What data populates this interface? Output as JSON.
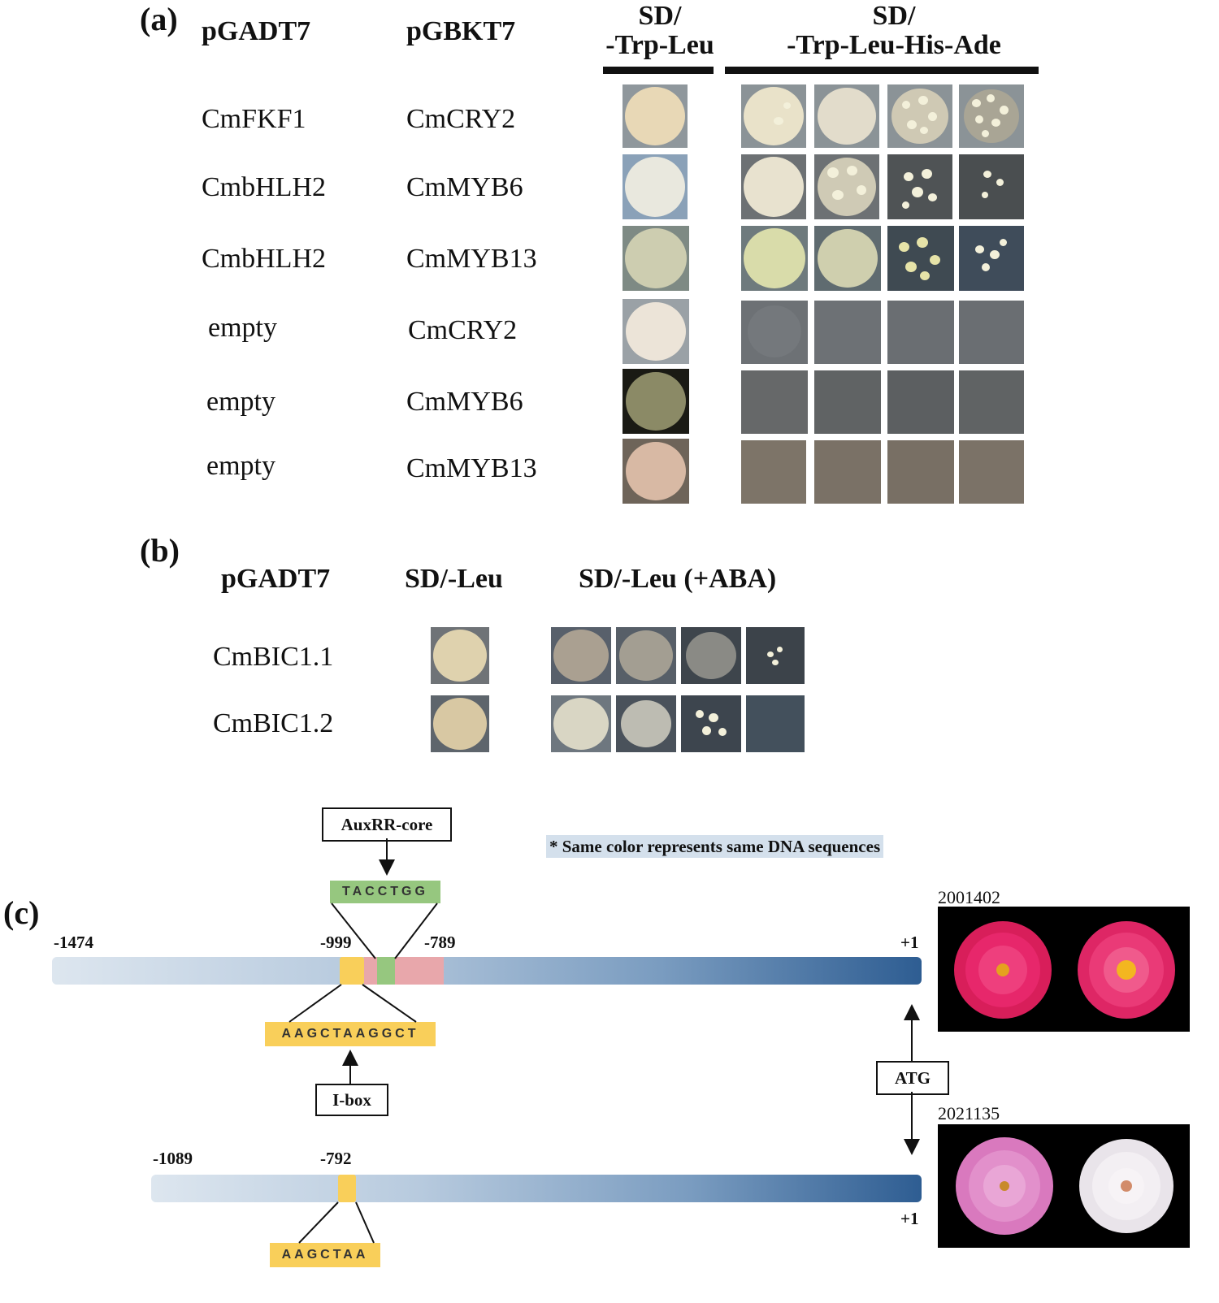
{
  "panel_a": {
    "label": "(a)",
    "col_prey": "pGADT7",
    "col_bait": "pGBKT7",
    "media_1_line1": "SD/",
    "media_1_line2": "-Trp-Leu",
    "media_2_line1": "SD/",
    "media_2_line2": "-Trp-Leu-His-Ade",
    "rows": [
      {
        "prey": "CmFKF1",
        "bait": "CmCRY2"
      },
      {
        "prey": "CmbHLH2",
        "bait": "CmMYB6"
      },
      {
        "prey": "CmbHLH2",
        "bait": "CmMYB13"
      },
      {
        "prey": "empty",
        "bait": "CmCRY2"
      },
      {
        "prey": "empty",
        "bait": "CmMYB6"
      },
      {
        "prey": "empty",
        "bait": "CmMYB13"
      }
    ]
  },
  "panel_b": {
    "label": "(b)",
    "col_prey": "pGADT7",
    "media_1": "SD/-Leu",
    "media_2": "SD/-Leu (+ABA)",
    "rows": [
      {
        "prey": "CmBIC1.1"
      },
      {
        "prey": "CmBIC1.2"
      }
    ]
  },
  "panel_c": {
    "label": "(c)",
    "note": "* Same color represents same DNA sequences",
    "auxrr_label": "AuxRR-core",
    "auxrr_seq": "TACCTGG",
    "ibox_label": "I-box",
    "ibox_seq_top": "AAGCTAAGGCT",
    "ibox_seq_bottom": "AAGCTAA",
    "atg_label": "ATG",
    "top_promoter": {
      "start": "-1474",
      "pos_a": "-999",
      "pos_b": "-789",
      "end": "+1"
    },
    "bottom_promoter": {
      "start": "-1089",
      "pos_a": "-792",
      "end": "+1"
    },
    "cultivar_top": "2001402",
    "cultivar_bottom": "2021135"
  },
  "colors": {
    "ibox_yellow": "#f9cf5a",
    "auxrr_green": "#96c77f",
    "pink_segment": "#e8a7ab",
    "note_bg": "#d4e0ec",
    "promoter_dark": "#2e5d92"
  }
}
